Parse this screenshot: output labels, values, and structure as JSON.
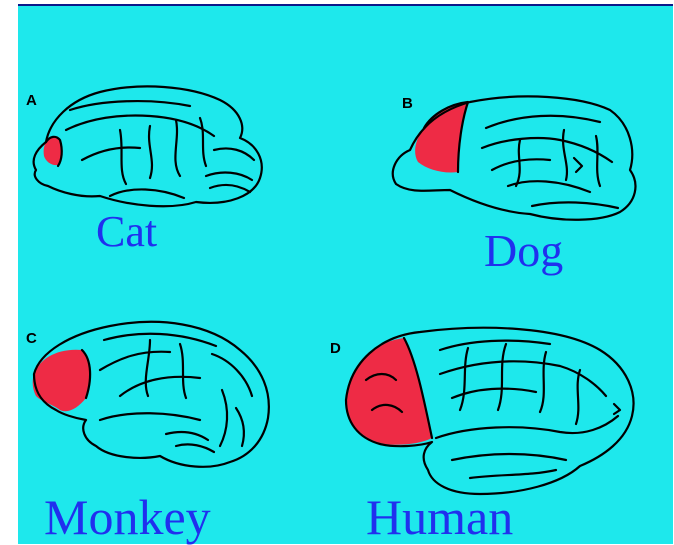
{
  "panels": [
    {
      "letter": "A",
      "species": "Cat"
    },
    {
      "letter": "B",
      "species": "Dog"
    },
    {
      "letter": "C",
      "species": "Monkey"
    },
    {
      "letter": "D",
      "species": "Human"
    }
  ],
  "colors": {
    "background": "#1ee8ec",
    "prefrontal_region": "#ee2b45",
    "label_text": "#2030ee",
    "outline": "#000000"
  }
}
